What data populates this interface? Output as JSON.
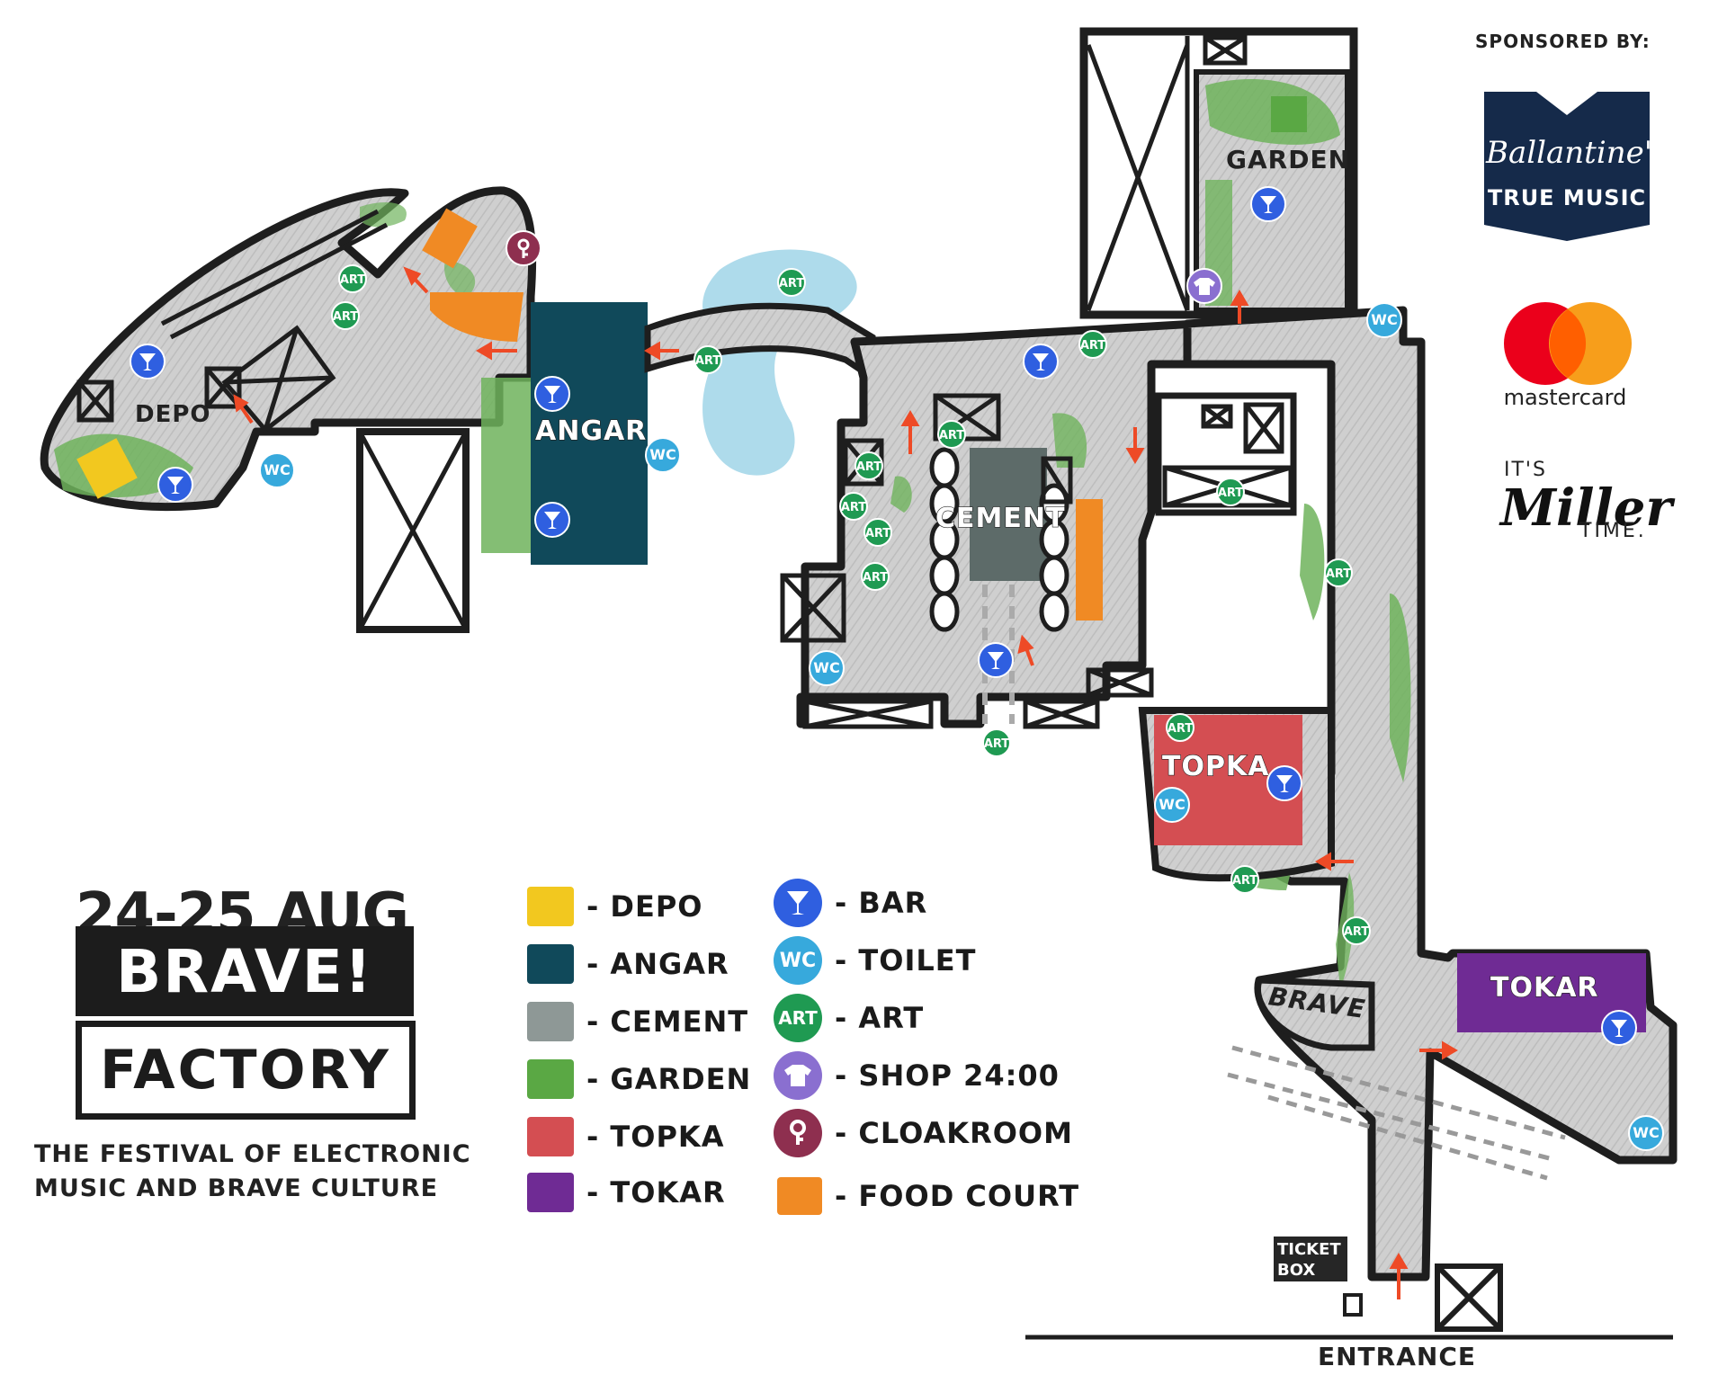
{
  "zones": {
    "depo": "DEPO",
    "angar": "ANGAR",
    "cement": "CEMENT",
    "garden": "GARDEN",
    "topka": "TOPKA",
    "tokar": "TOKAR",
    "brave_sign": "BRAVE",
    "ticket_box": [
      "TICKET",
      "BOX"
    ],
    "entrance": "ENTRANCE"
  },
  "markers": {
    "bar": {
      "label": "",
      "color": "#2f5fe0"
    },
    "wc": {
      "label": "WC",
      "color": "#37a9dc"
    },
    "art": {
      "label": "ART",
      "color": "#1f9a52"
    },
    "shop": {
      "label": "",
      "color": "#8a6fd0"
    },
    "cloakroom": {
      "label": "",
      "color": "#8e2f4f"
    }
  },
  "legend": {
    "zones": [
      {
        "label": "- DEPO",
        "color": "#f2c81f"
      },
      {
        "label": "- ANGAR",
        "color": "#10495a"
      },
      {
        "label": "- CEMENT",
        "color": "#8e9896"
      },
      {
        "label": "- GARDEN",
        "color": "#5aa844"
      },
      {
        "label": "- TOPKA",
        "color": "#d44e52"
      },
      {
        "label": "- TOKAR",
        "color": "#6f2b94"
      }
    ],
    "services": [
      {
        "label": "- BAR",
        "icon": "bar-icon",
        "color": "#2f5fe0"
      },
      {
        "label": "- TOILET",
        "icon": "wc-icon",
        "color": "#37a9dc",
        "text": "WC"
      },
      {
        "label": "- ART",
        "icon": "art-icon",
        "color": "#1f9a52",
        "text": "ART"
      },
      {
        "label": "- SHOP 24:00",
        "icon": "shirt-icon",
        "color": "#8a6fd0"
      },
      {
        "label": "- CLOAKROOM",
        "icon": "key-icon",
        "color": "#8e2f4f"
      },
      {
        "label": "- FOOD COURT",
        "icon": "food-court-swatch",
        "color": "#f08a24"
      }
    ]
  },
  "branding": {
    "date": "24-25 AUG",
    "name1": "BRAVE!",
    "name2": "FACTORY",
    "tagline1": "THE FESTIVAL OF ELECTRONIC",
    "tagline2": "MUSIC AND BRAVE CULTURE"
  },
  "sponsors": {
    "title": "SPONSORED BY:",
    "ballantines": {
      "name": "Ballantine's",
      "sub": "TRUE MUSIC",
      "color": "#152a4a"
    },
    "mastercard": {
      "name": "mastercard",
      "colors": [
        "#eb001b",
        "#f79e1b",
        "#ff5f00"
      ]
    },
    "miller": {
      "pre": "IT'S",
      "name": "Miller",
      "post": "TIME."
    }
  }
}
